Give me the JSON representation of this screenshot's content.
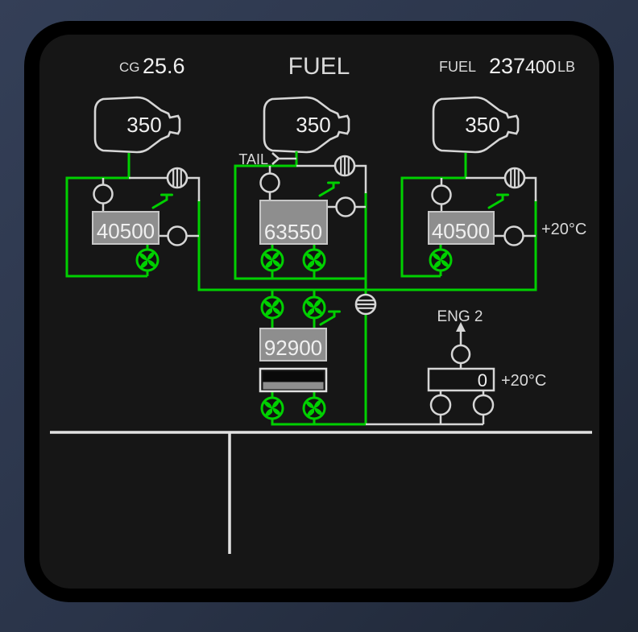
{
  "header": {
    "cg_label": "CG",
    "cg_value": "25.6",
    "page_title": "FUEL",
    "total_label": "FUEL",
    "total_main": "237",
    "total_sub": "400",
    "total_units": "LB"
  },
  "engines": {
    "left_feed": "350",
    "center_feed": "350",
    "right_feed": "350"
  },
  "tail": {
    "label": "TAIL"
  },
  "tanks": {
    "left_qty": "40500",
    "center_qty": "63550",
    "right_qty": "40500",
    "center_lower_qty": "92900"
  },
  "eng2": {
    "label": "ENG 2",
    "feed_qty": "0",
    "temp": "+20°C"
  },
  "temps": {
    "right_tank": "+20°C"
  },
  "colors": {
    "active_line": "#00d000",
    "inactive_line": "#d6d6d6",
    "tank_box_fill": "#8e8e8e",
    "screen_bg": "#161616",
    "bezel": "#000000"
  }
}
